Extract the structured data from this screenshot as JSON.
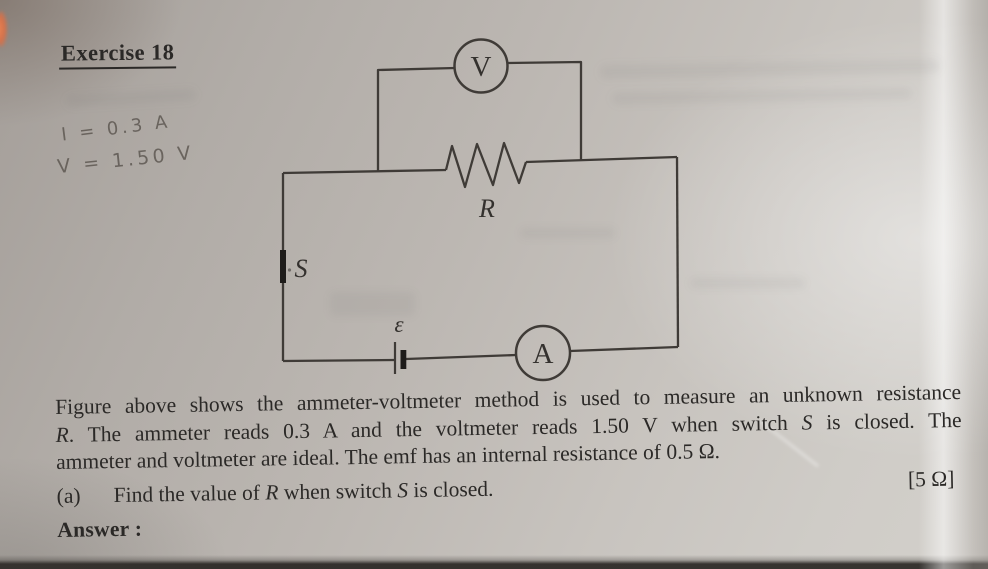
{
  "title": "Exercise 18",
  "handwritten_notes": {
    "current": "I = 0.3 A",
    "voltage": "V = 1.50 V"
  },
  "circuit": {
    "voltmeter_label": "V",
    "ammeter_label": "A",
    "resistor_label": "R",
    "switch_label": "S",
    "emf_label": "ε",
    "line_color": "#3f3b37"
  },
  "problem": {
    "para_lines": [
      {
        "segments": [
          {
            "t": "Figure above shows the ammeter-voltmeter method is used to measure an unknown resistance"
          }
        ]
      },
      {
        "segments": [
          {
            "t": "R",
            "i": true
          },
          {
            "t": ". The ammeter reads 0.3 A and the voltmeter reads 1.50 V when switch "
          },
          {
            "t": "S",
            "i": true
          },
          {
            "t": " is closed. The"
          }
        ]
      },
      {
        "segments": [
          {
            "t": "ammeter and voltmeter are ideal. The emf has an internal resistance of 0.5 Ω."
          }
        ]
      }
    ],
    "marks": "[5 Ω]",
    "part_a": {
      "label": "(a)",
      "segments": [
        {
          "t": "Find the value of "
        },
        {
          "t": "R",
          "i": true
        },
        {
          "t": " when switch "
        },
        {
          "t": "S",
          "i": true
        },
        {
          "t": " is closed."
        }
      ]
    },
    "answer_label": "Answer :"
  }
}
